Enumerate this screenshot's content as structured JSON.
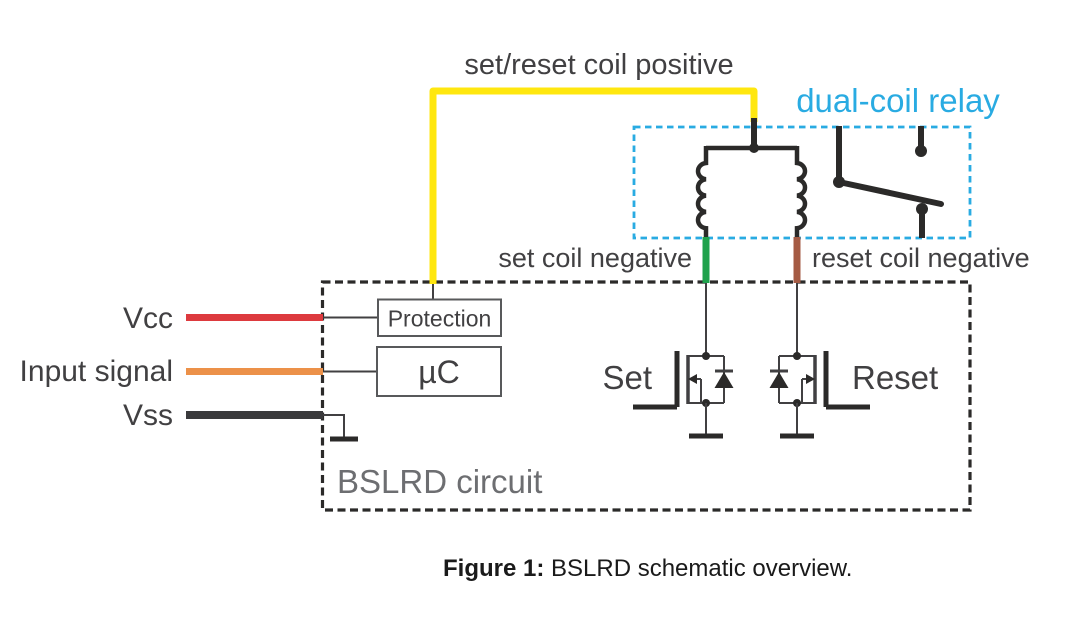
{
  "diagram": {
    "top_wire_label": "set/reset coil positive",
    "relay_title": "dual-coil relay",
    "set_coil_label": "set coil negative",
    "reset_coil_label": "reset coil negative",
    "vcc_label": "Vcc",
    "input_label": "Input signal",
    "vss_label": "Vss",
    "protection_label": "Protection",
    "mcu_label": "µC",
    "set_label": "Set",
    "reset_label": "Reset",
    "circuit_label": "BSLRD circuit"
  },
  "caption": {
    "prefix": "Figure 1:",
    "text": " BSLRD schematic overview."
  },
  "colors": {
    "wire_yellow": "#ffe70f",
    "wire_red": "#dd3a3e",
    "wire_orange": "#ec9149",
    "wire_green": "#1fa24c",
    "wire_brown": "#a55b44",
    "relay_accent": "#29abe2",
    "line_black": "#2b2a29",
    "text_dark": "#414042",
    "circuit_gray": "#6d6e71"
  }
}
